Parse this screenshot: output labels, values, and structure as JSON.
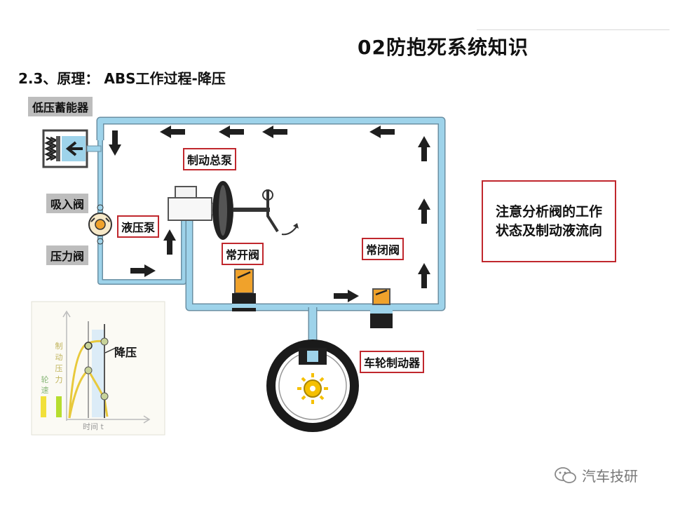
{
  "header": {
    "title": "02防抱死系统知识",
    "subtitle": "2.3、原理： ABS工作过程-降压"
  },
  "labels": {
    "low_pressure_accumulator": "低压蓄能器",
    "intake_valve": "吸入阀",
    "pressure_valve": "压力阀",
    "hydraulic_pump": "液压泵",
    "master_cylinder": "制动总泵",
    "normally_open_valve": "常开阀",
    "normally_closed_valve": "常闭阀",
    "wheel_brake": "车轮制动器",
    "depressurize": "降压"
  },
  "note": {
    "text": "注意分析阀的工作状态及制动液流向"
  },
  "graph": {
    "axis_label_speed": "轮速",
    "axis_label_pressure": "制动压力",
    "axis_label_time": "时间 t"
  },
  "watermark": {
    "text": "汽车技研"
  },
  "colors": {
    "pipe": "#9ed3ea",
    "pipe_border": "#6a8fa3",
    "arrow": "#1f1f1f",
    "valve": "#f0a22b",
    "label_box_border": "#c0272d",
    "gray_label_bg": "#bdbdbd"
  }
}
